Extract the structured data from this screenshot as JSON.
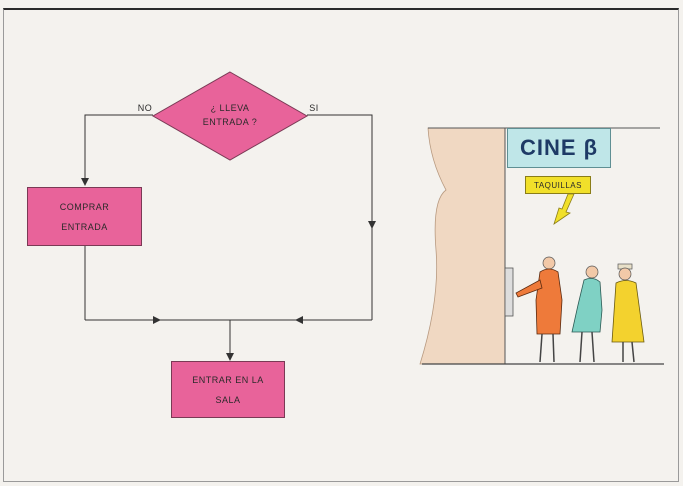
{
  "flowchart": {
    "decision": "¿ LLEVA\nENTRADA ?",
    "no_label": "NO",
    "yes_label": "SI",
    "buy_box": "COMPRAR\nENTRADA",
    "enter_box": "ENTRAR  EN  LA\nSALA"
  },
  "illustration": {
    "cinema_sign": "CINE β",
    "box_office_sign": "TAQUILLAS"
  },
  "colors": {
    "box_fill": "#e8639a",
    "sign_fill": "#bfe6e8",
    "ticket_sign_fill": "#f1e02a",
    "wall": "#f0d8c2"
  }
}
